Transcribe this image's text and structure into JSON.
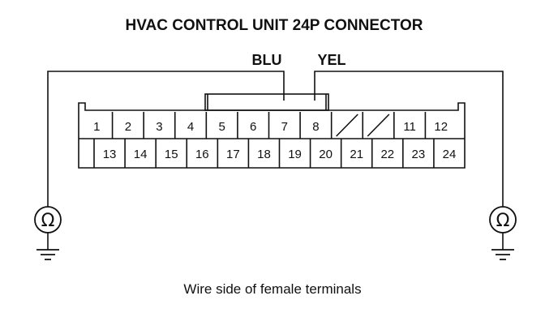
{
  "diagram": {
    "title": "HVAC CONTROL UNIT 24P CONNECTOR",
    "caption": "Wire side of female terminals",
    "wires": {
      "blu": "BLU",
      "yel": "YEL"
    },
    "connector": {
      "top_row": [
        "1",
        "2",
        "3",
        "4",
        "5",
        "6",
        "7",
        "8",
        "",
        "",
        "11",
        "12"
      ],
      "bottom_row": [
        "13",
        "14",
        "15",
        "16",
        "17",
        "18",
        "19",
        "20",
        "21",
        "22",
        "23",
        "24"
      ]
    },
    "meters": {
      "left_symbol": "Ω",
      "right_symbol": "Ω"
    }
  }
}
